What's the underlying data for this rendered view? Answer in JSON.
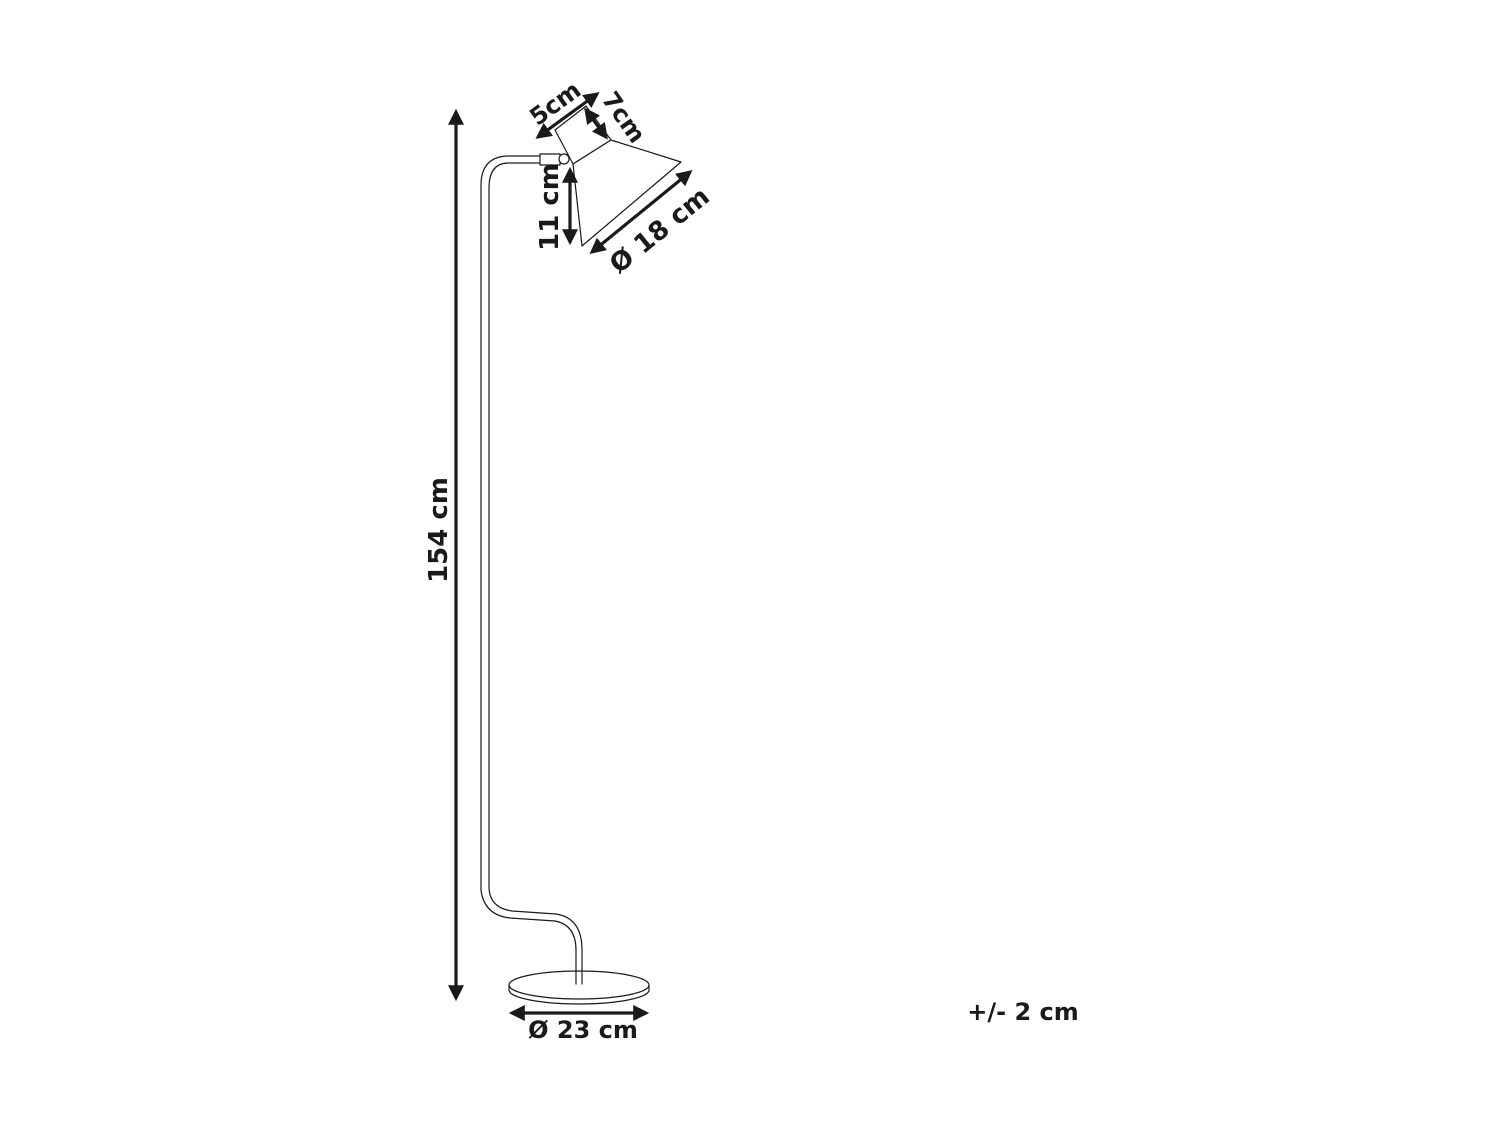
{
  "dimensions": {
    "height": "154 cm",
    "base_diameter": "Ø 23 cm",
    "shade_top_width": "5cm",
    "shade_top_depth": "7cm",
    "shade_height": "11 cm",
    "shade_diameter": "Ø 18 cm"
  },
  "tolerance": "+/- 2 cm",
  "colors": {
    "line": "#1a1a1a",
    "background": "#ffffff"
  }
}
